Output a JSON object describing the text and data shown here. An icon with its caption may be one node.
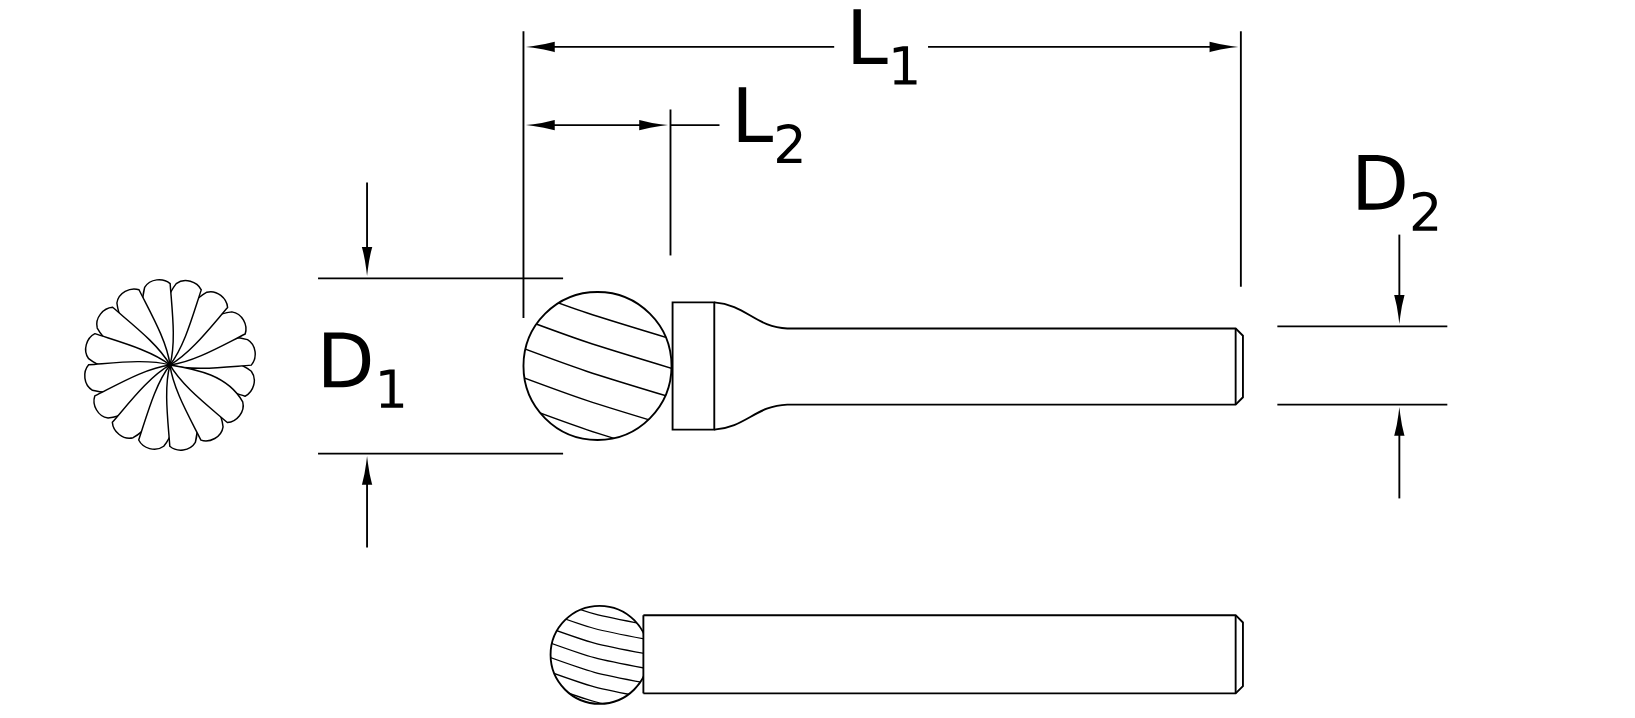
{
  "diagram": {
    "labels": [
      "L$_{1}$",
      "L$_{2}$",
      "D$_{2}$",
      "D$_{1}$"
    ]
  }
}
